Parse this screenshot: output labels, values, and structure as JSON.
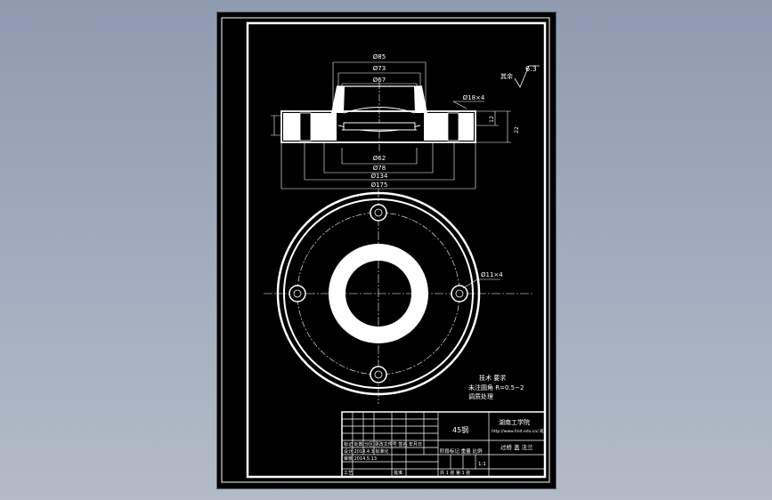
{
  "section_view": {
    "dims": {
      "d85": "Ø85",
      "d73": "Ø73",
      "d67": "Ø67",
      "d62": "Ø62",
      "d78": "Ø78",
      "d134": "Ø134",
      "d175": "Ø175",
      "holes": "Ø18×4",
      "h22": "22",
      "h12": "12"
    },
    "roughness": {
      "label": "其余",
      "value": "6.3"
    }
  },
  "plan_view": {
    "hole_callout": "Ø11×4"
  },
  "tech_notes": {
    "title": "技术 要求",
    "line1": "未注圆角  R=0.5~2",
    "line2": "调质处理"
  },
  "title_block": {
    "material": "45钢",
    "school_line1": "湖南工学院",
    "school_line2": "http://www.hnit.edu.cn/ 班",
    "part_name": "过桥 盖 法兰",
    "header_cols": "标记 处数 分区 更改文件号 签名 年月日",
    "designer_row": "设计 2014.4.3 标准化",
    "review_row": "审核 2014.5.13",
    "stage_cols": "阶段标记  重量  比例",
    "scale": "1:1",
    "process": "工艺",
    "approve": "批准",
    "sheets": "共 1 张  第 1 张"
  }
}
